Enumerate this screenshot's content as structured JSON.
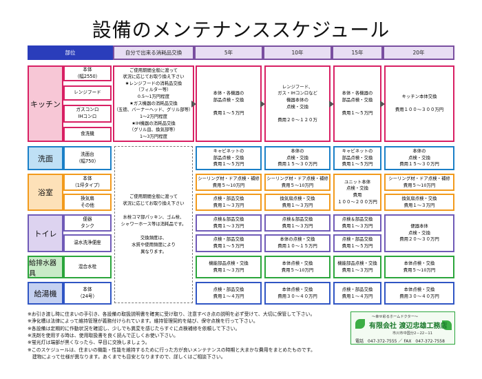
{
  "title": "設備のメンテナンススケジュール",
  "headers": [
    "部位",
    "自分で出来る消耗品交換",
    "5年",
    "10年",
    "15年",
    "20年"
  ],
  "categories": [
    "キッチン",
    "洗面",
    "浴室",
    "トイレ",
    "給排水器具",
    "給湯機"
  ],
  "kitchen": {
    "subs": [
      [
        "本体",
        "（幅2550）"
      ],
      [
        "レンジフード"
      ],
      [
        "ガスコンロ",
        "IHコンロ"
      ],
      [
        "食洗機"
      ]
    ],
    "self": [
      "ご使用期間全般に渡って",
      "状況に応じてお取り換え下さい",
      "★レンジフードの消耗品交換",
      "（フィルター等）",
      "0.5～1万円程度",
      "★ガス機器の消耗品交換",
      "（五徳、バーナーヘッド、グリル部等）",
      "1～2万円程度",
      "★IH機器の消耗品交換",
      "（グリル皿、換気部等）",
      "1～3万円程度"
    ],
    "y5": [
      "本体・各機器の",
      "部品点検・交換",
      "",
      "費用１～５万円"
    ],
    "y10": [
      "レンジフード、",
      "ガス・IHコンロなど",
      "機器本体の",
      "点検・交換",
      "",
      "費用２０～１２０万"
    ],
    "y15": [
      "本体・各機器の",
      "部品点検・交換",
      "",
      "費用１～５万円"
    ],
    "y20": [
      "キッチン本体交換",
      "",
      "費用１００～３００万円"
    ]
  },
  "senmen": {
    "subs": [
      [
        "洗面台",
        "（幅750）"
      ]
    ],
    "y5": [
      "キャビネットの",
      "部品点検・交換",
      "費用１～５万円"
    ],
    "y10": [
      "本体の",
      "点検・交換",
      "費用１５～３０万円"
    ],
    "y15": [
      "キャビネットの",
      "部品点検・交換",
      "費用１～５万円"
    ],
    "y20": [
      "本体の",
      "点検・交換",
      "費用１５～３０万円"
    ]
  },
  "common_self": [
    "ご使用期間全般に渡って",
    "状況に応じてお取り換え下さい",
    "",
    "水栓コマ部パッキン、ゴム栓、",
    "シャワーホース等は消耗品です。",
    "",
    "交換頻度は、",
    "水質や使用頻度により",
    "異なります。"
  ],
  "yokushitsu": {
    "subs": [
      [
        "本体",
        "（1坪タイプ）"
      ],
      [
        "換気扇",
        "その他"
      ]
    ],
    "top": {
      "y5": [
        "シーリング材・ドア点検・補修",
        "費用５～10万円"
      ],
      "y10": [
        "シーリング材・ドア点検・補修",
        "費用５～10万円"
      ],
      "y20": [
        "シーリング材・ドア点検・補修",
        "費用５～10万円"
      ]
    },
    "y15": [
      "ユニット本体",
      "点検・交換",
      "費用",
      "１００～２００万円"
    ],
    "bottom": {
      "y5": [
        "点検・部品交換",
        "費用１～３万円"
      ],
      "y10": [
        "換気扇点検・交換",
        "費用１～３万円"
      ],
      "y20": [
        "換気扇点検・交換",
        "費用１～３万円"
      ]
    }
  },
  "toilet": {
    "subs": [
      [
        "便器",
        "タンク"
      ],
      [
        "温水洗浄便座"
      ]
    ],
    "top": {
      "y5": [
        "点検＆部品交換",
        "費用１～３万円"
      ],
      "y10": [
        "点検＆部品交換",
        "費用１～３万円"
      ],
      "y15": [
        "点検＆部品交換",
        "費用１～３万円"
      ]
    },
    "bottom": {
      "y5": [
        "点検・部品交換",
        "費用１～５万円"
      ],
      "y10": [
        "本体の点検・交換",
        "費用１０～１５万円"
      ],
      "y15": [
        "点検・部品交換",
        "費用１～５万円"
      ]
    },
    "y20": [
      "便器本体",
      "点検・交換",
      "費用２０～３０万円"
    ]
  },
  "kyuhaisui": {
    "subs": [
      [
        "混合水栓"
      ]
    ],
    "y5": [
      "機能部品点検・交換",
      "費用１～３万円"
    ],
    "y10": [
      "本体点検・交換",
      "費用５～10万円"
    ],
    "y15": [
      "機能部品点検・交換",
      "費用１～３万円"
    ],
    "y20": [
      "本体点検・交換",
      "費用５～10万円"
    ]
  },
  "kyutoki": {
    "subs": [
      [
        "本体",
        "（24号）"
      ]
    ],
    "y5": [
      "点検・部品交換",
      "費用１～４万円"
    ],
    "y10": [
      "本体点検・交換",
      "費用３０～４０万円"
    ],
    "y15": [
      "点検・部品交換",
      "費用１～４万円"
    ],
    "y20": [
      "本体点検・交換",
      "費用３０～４０万円"
    ]
  },
  "notes": [
    "※お引き渡し時に住まいの手引き、各設備の取扱説明書を確実に受け取り、注意すべき点の説明を必ず受けて、大切に保管して下さい。",
    "※浄化槽は法律によって維持管理が義務付けられています。維持管理契約を結び、保守点検を行って下さい。",
    "※各設備は定期的に作動状況を確認し、少しでも異変を感じたらすぐに点検補修を依頼して下さい。",
    "※洗剤を使用する時は、使用取扱書を良く読んで正しくお使い下さい。",
    "※蛍光灯は端部が黒くなったら、早目に交換しましょう。",
    "※このスケジュールは、住まいの機能・性能を維持するために行った方が良いメンテナンスの時期と大まかな費用をまとめたものです。",
    "　建物によって仕様が異なります。あくまでも目安となりますので、詳しくはご相談下さい。"
  ],
  "company": {
    "tagline": "～幸せ彩るホームドクター～",
    "name": "有限会社 渡辺忠雄工務店",
    "address": "市川市中国分2－22－11",
    "tel": "電話　047-372-7555 ／ FAX　047-372-7558"
  }
}
